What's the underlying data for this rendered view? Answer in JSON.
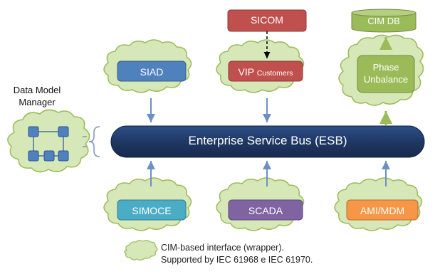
{
  "nodes": {
    "sicom": "SICOM",
    "cim_db": "CIM DB",
    "siad": "SIAD",
    "vip_main": "VIP",
    "vip_sub": "Customers",
    "phase_line1": "Phase",
    "phase_line2": "Unbalance",
    "esb": "Enterprise Service Bus (ESB)",
    "data_model_manager_line1": "Data Model",
    "data_model_manager_line2": "Manager",
    "simoce": "SIMOCE",
    "scada": "SCADA",
    "ami_mdm": "AMI/MDM"
  },
  "legend": {
    "line1": "CIM-based interface (wrapper).",
    "line2": "Supported by IEC 61968 e IEC 61970."
  },
  "colors": {
    "cloud_fill": "#d6e7b8",
    "cloud_stroke": "#9bbb59",
    "blue": "#4f81bd",
    "red": "#c0504d",
    "green": "#9bbb59",
    "teal": "#4bacc6",
    "purple": "#8064a2",
    "orange": "#f79646",
    "esb": "#1f3864",
    "arrow": "#5a7fb5"
  }
}
